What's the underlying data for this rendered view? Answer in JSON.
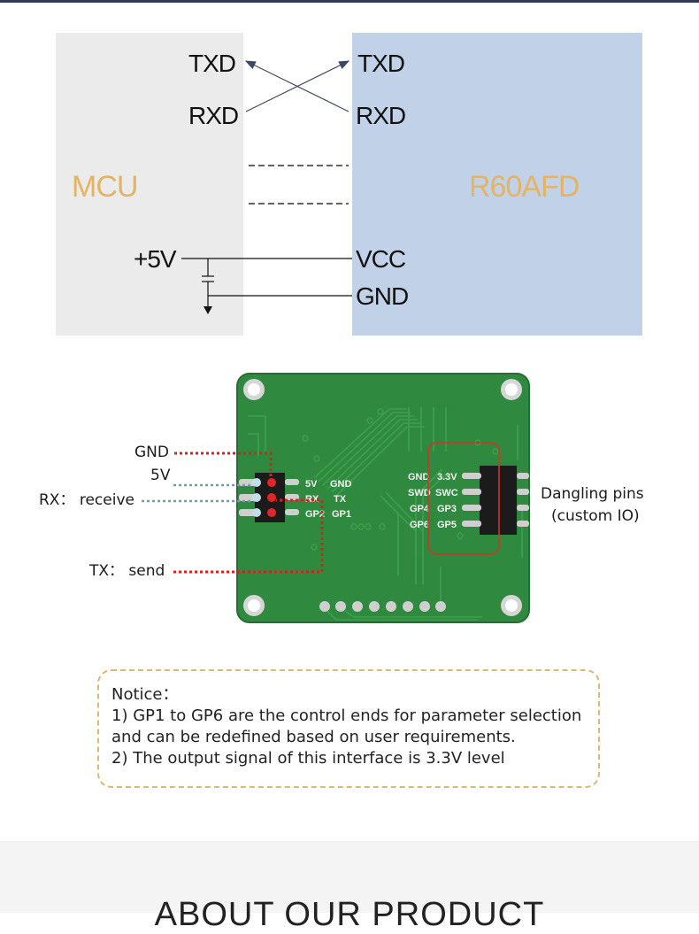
{
  "diagram": {
    "left_block": {
      "title": "MCU",
      "pins": {
        "txd": "TXD",
        "rxd": "RXD",
        "supply": "+5V"
      }
    },
    "right_block": {
      "title": "R60AFD",
      "pins": {
        "txd": "TXD",
        "rxd": "RXD",
        "vcc": "VCC",
        "gnd": "GND"
      }
    },
    "colors": {
      "left_block_bg": "#ebebeb",
      "right_block_bg": "#c1d2e8",
      "block_title": "#e3b464",
      "wire": "#222222"
    }
  },
  "board": {
    "callouts": {
      "gnd": "GND",
      "v5": "5V",
      "rx": "RX： receive",
      "tx": "TX： send",
      "dangling_line1": "Dangling pins",
      "dangling_line2": "(custom IO)"
    },
    "left_header_silk": [
      "5V",
      "GND",
      "RX",
      "TX",
      "GP2",
      "GP1"
    ],
    "right_header_silk": [
      "GND",
      "3.3V",
      "SWD",
      "SWC",
      "GP4",
      "GP3",
      "GP6",
      "GP5"
    ],
    "colors": {
      "pcb": "#2f8a3f",
      "red_callout": "#d92020",
      "blue_callout": "#7a9aa8",
      "highlight_box": "#d9302a"
    }
  },
  "notice": {
    "heading": "Notice：",
    "line1": "1) GP1 to GP6 are the control ends for parameter selection",
    "line2": "and can be redefined based on user requirements.",
    "line3": "2) The output signal of this interface is 3.3V level"
  },
  "footer": {
    "title": "ABOUT OUR PRODUCT"
  }
}
